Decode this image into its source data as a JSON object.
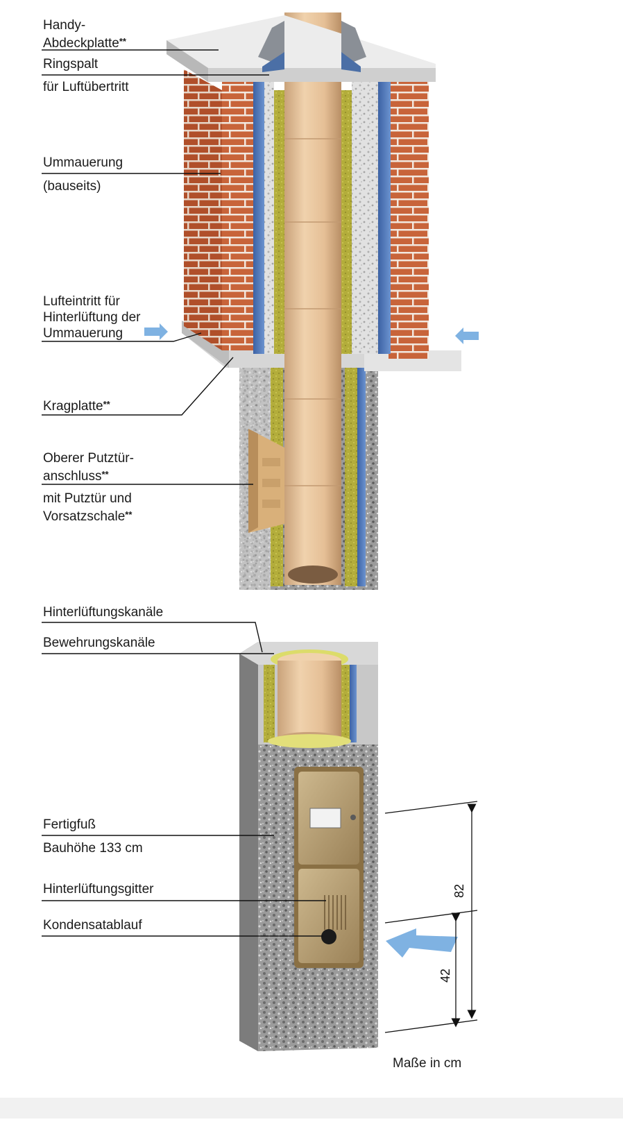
{
  "labels": {
    "handy": "Handy-",
    "abdeckplatte": "Abdeckplatte",
    "ringspalt": "Ringspalt",
    "luftuebertritt": "für Luftübertritt",
    "ummauerung": "Ummauerung",
    "bauseits": "(bauseits)",
    "lufteintritt1": "Lufteintritt für",
    "lufteintritt2": "Hinterlüftung der",
    "lufteintritt3": "Ummauerung",
    "kragplatte": "Kragplatte",
    "putztuer1": "Oberer Putztür-",
    "putztuer2": "anschluss",
    "putztuer3": "mit Putztür und",
    "putztuer4": "Vorsatzschale",
    "hinterlueftungskanaele": "Hinterlüftungskanäle",
    "bewehrungskanaele": "Bewehrungskanäle",
    "fertigfuss": "Fertigfuß",
    "bauhoehe": "Bauhöhe 133 cm",
    "hinterlueftungsgitter": "Hinterlüftungsgitter",
    "kondensatablauf": "Kondensatablauf",
    "footnote_mark": "**"
  },
  "dimensions": {
    "d82": "82",
    "d42": "42",
    "units_note": "Maße in cm"
  },
  "colors": {
    "brick": "#c8643a",
    "mortar": "#f2e8df",
    "liner": "#e9c7a0",
    "insulation": "#b3ad3b",
    "blue_channel": "#4f78b6",
    "block": "#9a9a9a",
    "cap": "#e8e8e8",
    "arrow": "#7fb2e2",
    "door": "#b59a6c"
  }
}
